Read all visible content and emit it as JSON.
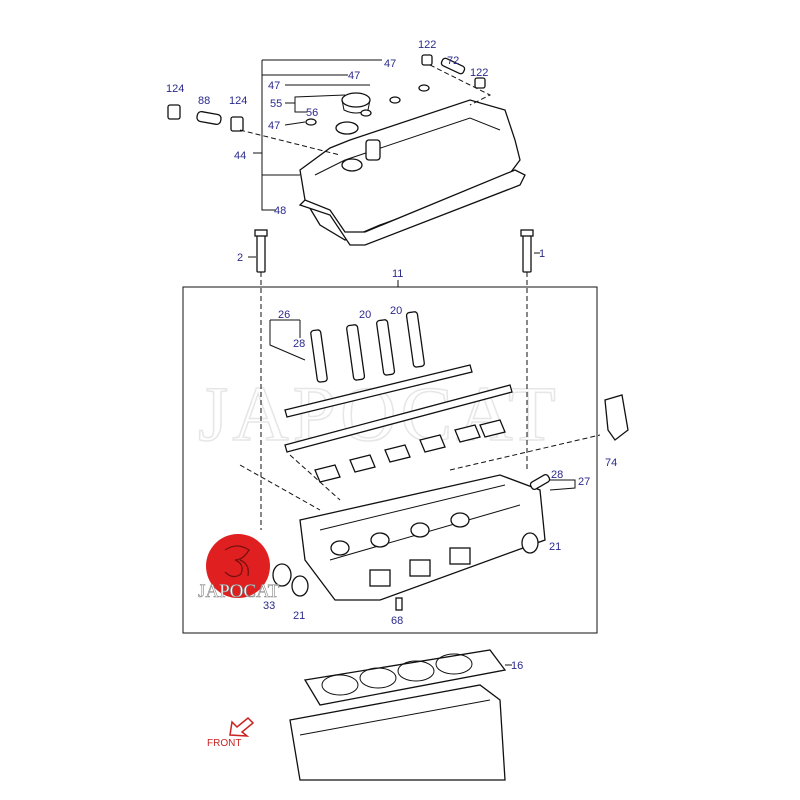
{
  "diagram": {
    "watermark": "JAPOCAT",
    "logo_text": "JAPOCAT",
    "front_label": "FRONT",
    "callouts": [
      "122",
      "72",
      "122",
      "47",
      "47",
      "47",
      "55",
      "56",
      "47",
      "44",
      "48",
      "124",
      "88",
      "124",
      "2",
      "1",
      "11",
      "26",
      "28",
      "20",
      "20",
      "28",
      "27",
      "74",
      "21",
      "33",
      "21",
      "68",
      "16"
    ],
    "colors": {
      "label": "#2a2a8c",
      "logo_red": "#e02020",
      "front_red": "#c22222"
    }
  }
}
